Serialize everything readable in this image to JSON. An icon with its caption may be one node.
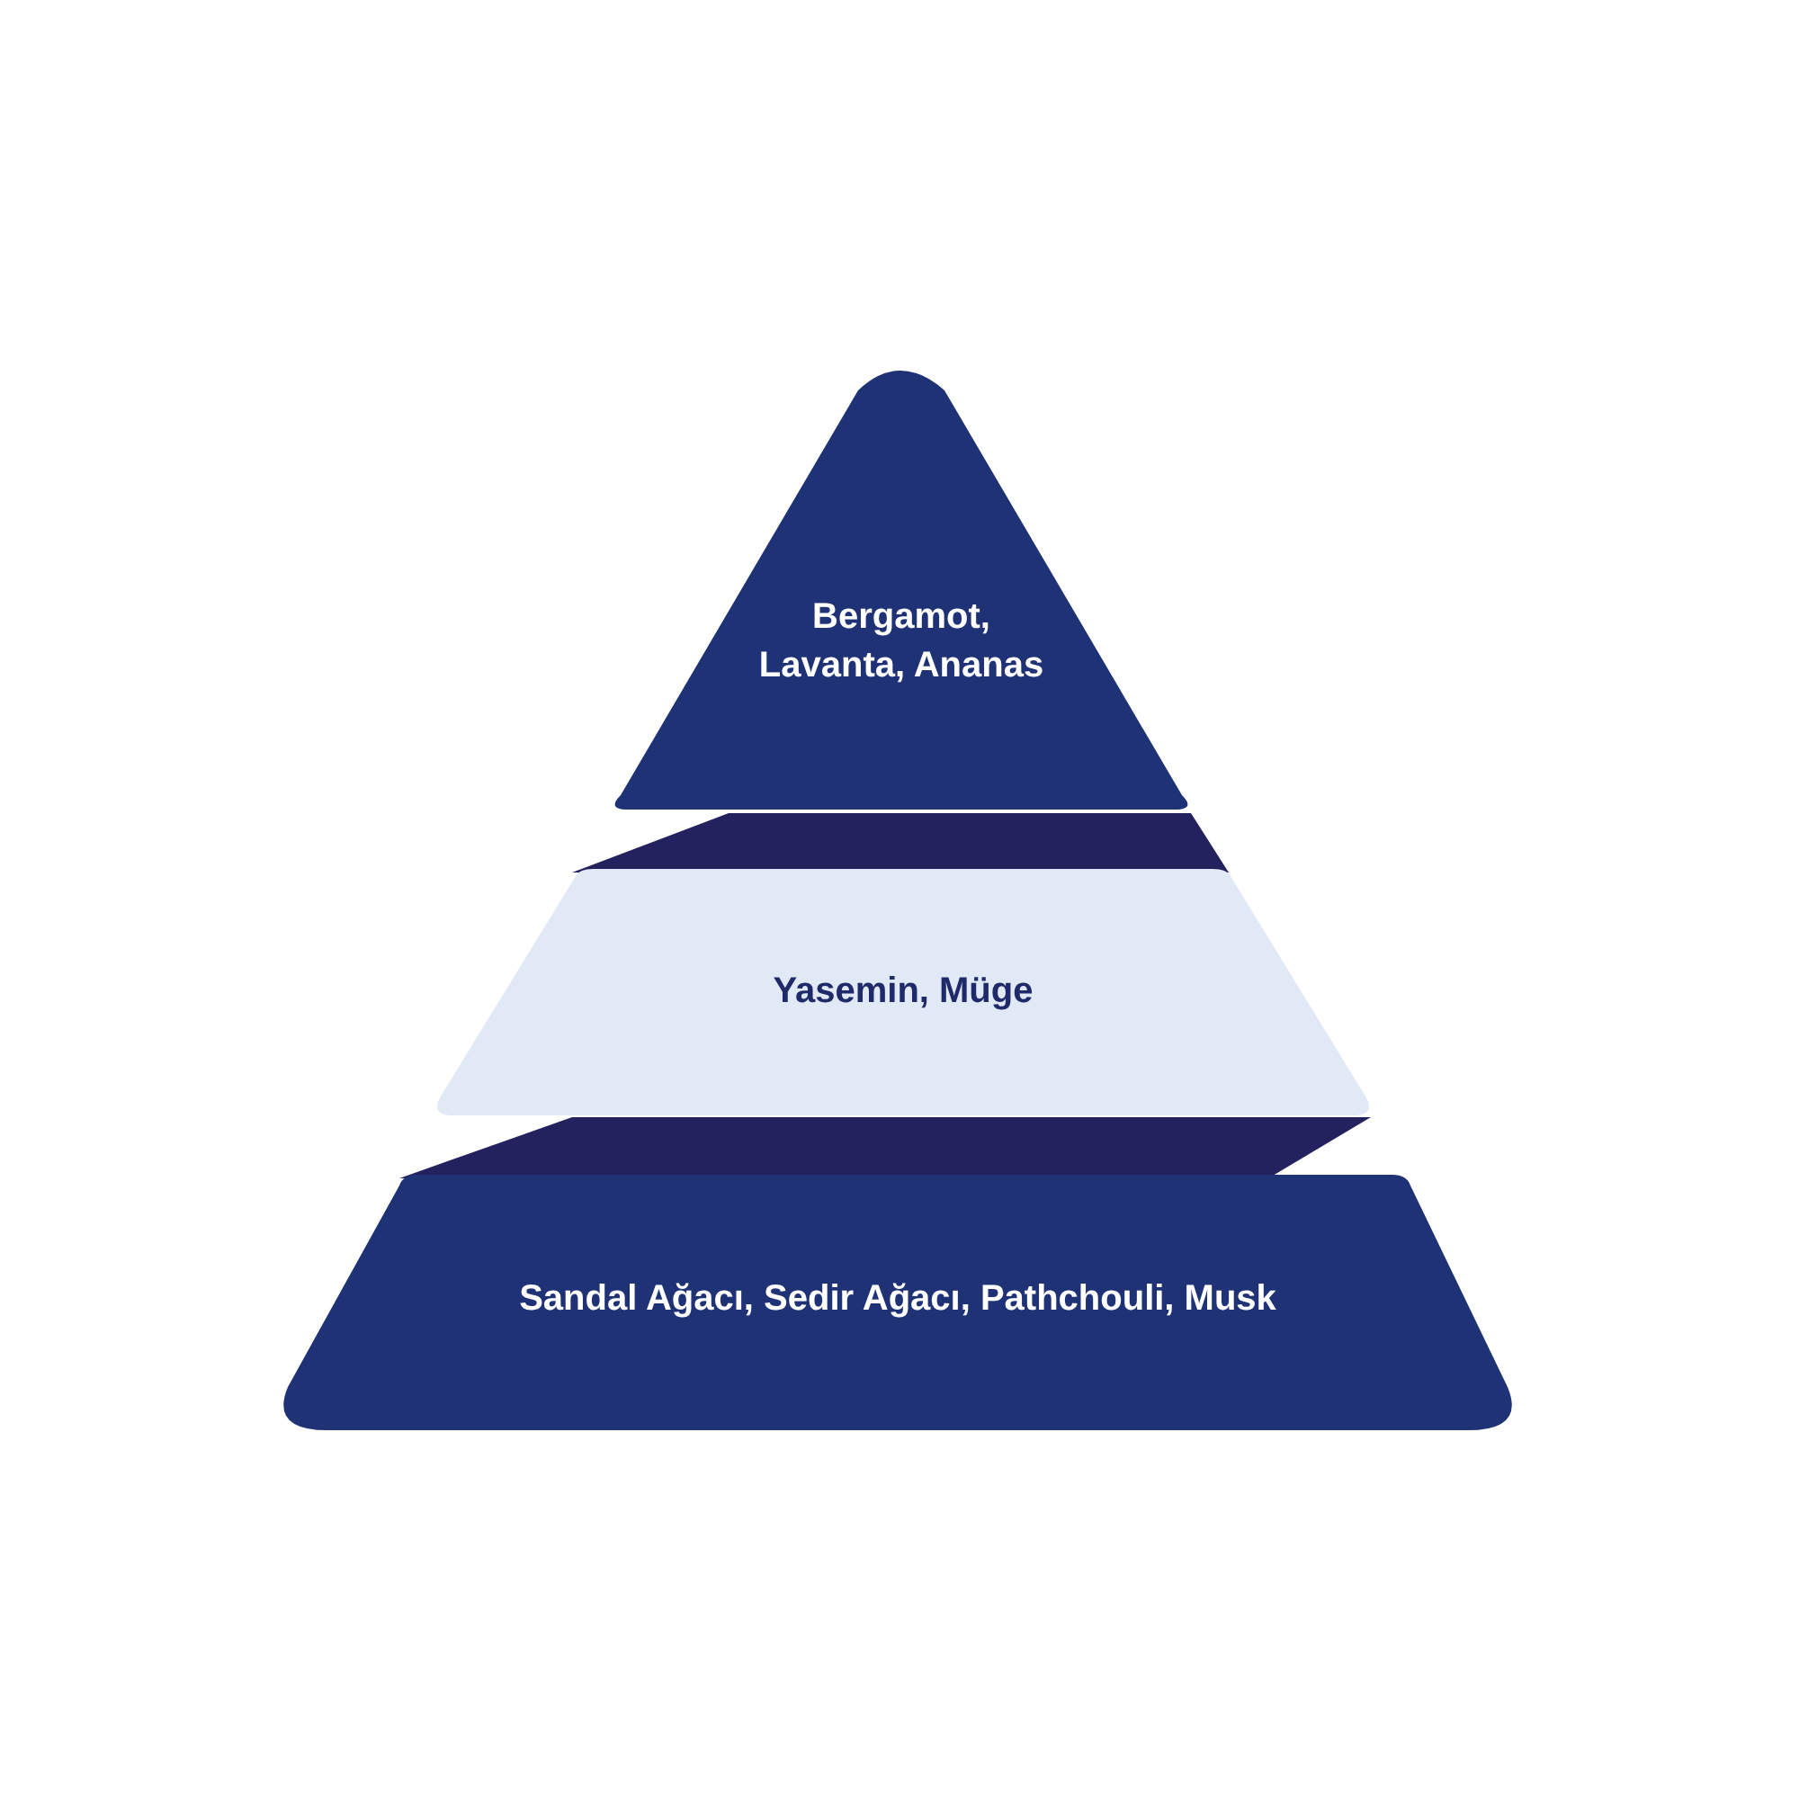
{
  "diagram": {
    "nodes": [
      {
        "text": [
          "Bergamot, Lavanta, Ananas"
        ]
      },
      {
        "text": [
          "Yasemin, Müge"
        ]
      },
      {
        "text": [
          "Sandal Ağacı, Sedir Ağacı, Pathchouli, Musk"
        ]
      }
    ]
  }
}
